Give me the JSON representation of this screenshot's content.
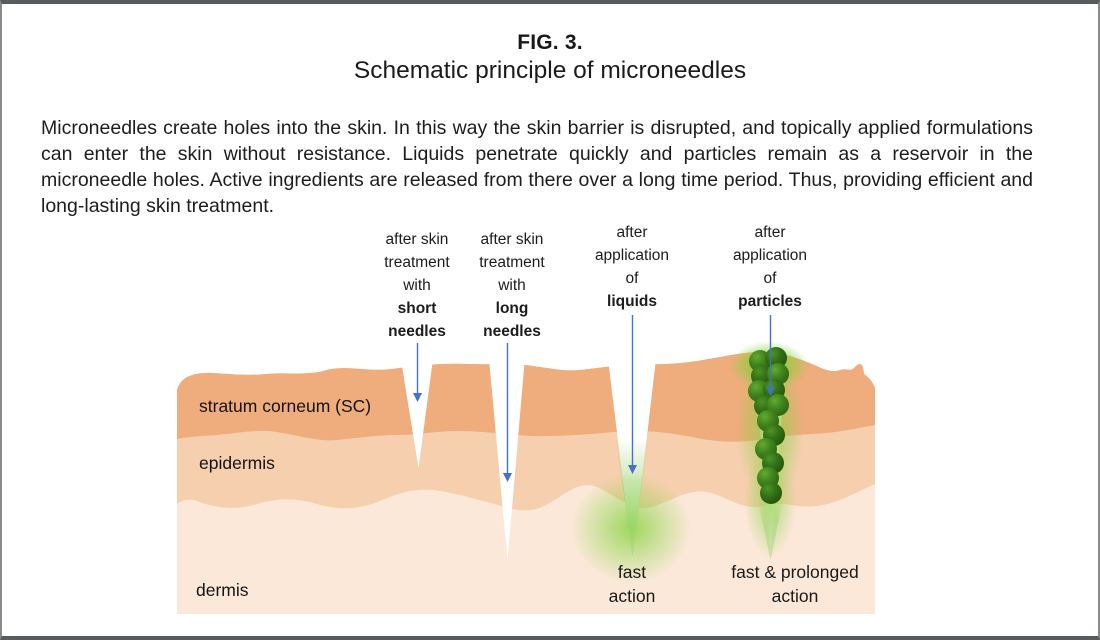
{
  "figure": {
    "fig_label": "FIG. 3.",
    "title": "Schematic principle of microneedles",
    "description": "Microneedles create holes into the skin. In this way the skin barrier is disrupted, and topically applied formulations can enter the skin without resistance. Liquids penetrate quickly and particles remain as a reservoir in the microneedle holes. Active ingredients are released from there over a long time period. Thus, providing efficient and long-lasting skin treatment."
  },
  "diagram": {
    "column_labels": [
      {
        "lines": [
          "after skin",
          "treatment",
          "with",
          "short",
          "needles"
        ]
      },
      {
        "lines": [
          "after skin",
          "treatment",
          "with",
          "long",
          "needles"
        ]
      },
      {
        "lines": [
          "after",
          "application",
          "of",
          "liquids"
        ]
      },
      {
        "lines": [
          "after",
          "application",
          "of",
          "particles"
        ]
      }
    ],
    "layers": [
      {
        "label": "stratum corneum (SC)",
        "color": "#efac7c"
      },
      {
        "label": "epidermis",
        "color": "#f6cfae"
      },
      {
        "label": "dermis",
        "color": "#fbe8d8"
      }
    ],
    "actions": [
      {
        "line1": "fast",
        "line2": "action"
      },
      {
        "line1": "fast & prolonged",
        "line2": "action"
      }
    ],
    "arrow_color": "#4472c4",
    "particle_color": "#3a7a1c",
    "glow_color": "#86d43e",
    "frame_border_color": "#8a8a8a"
  }
}
